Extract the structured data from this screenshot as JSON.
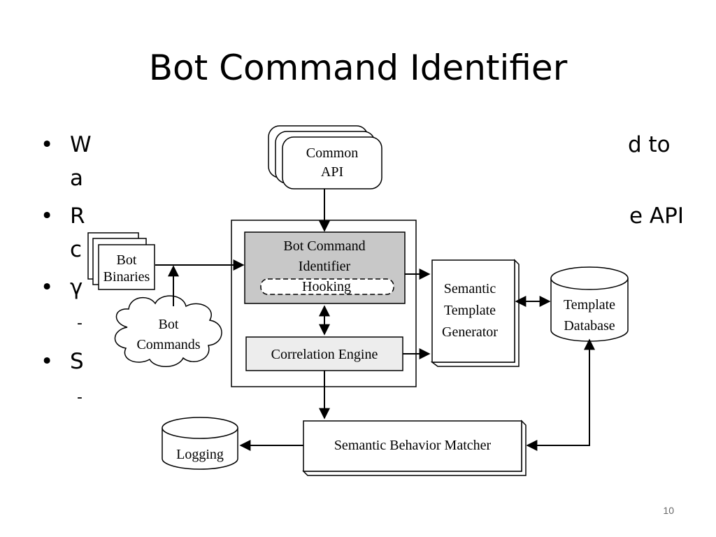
{
  "slide": {
    "title": "Bot Command Identifier",
    "page_number": "10",
    "bullets": [
      {
        "fragment_left": "W",
        "fragment_right": "d to"
      },
      {
        "fragment_left": "a",
        "fragment_right": ""
      },
      {
        "fragment_left": "R",
        "fragment_right": "e API"
      },
      {
        "fragment_left": "c",
        "fragment_right": ""
      },
      {
        "fragment_left": "γ",
        "fragment_right": ""
      },
      {
        "fragment_left": "S",
        "fragment_right": ""
      }
    ]
  },
  "diagram": {
    "nodes": {
      "common_api": [
        "Common",
        "API"
      ],
      "bot_binaries": [
        "Bot",
        "Binaries"
      ],
      "bot_commands": [
        "Bot",
        "Commands"
      ],
      "bot_command_identifier": [
        "Bot Command",
        "Identifier"
      ],
      "hooking": "Hooking",
      "correlation_engine": "Correlation Engine",
      "semantic_template_generator": [
        "Semantic",
        "Template",
        "Generator"
      ],
      "template_database": [
        "Template",
        "Database"
      ],
      "semantic_behavior_matcher": "Semantic Behavior Matcher",
      "logging": "Logging"
    }
  }
}
